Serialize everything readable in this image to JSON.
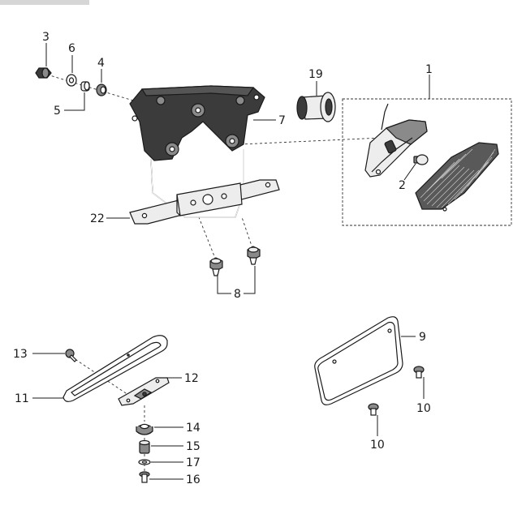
{
  "callouts": {
    "c1": "1",
    "c2": "2",
    "c3": "3",
    "c4": "4",
    "c5": "5",
    "c6": "6",
    "c7": "7",
    "c8": "8",
    "c9": "9",
    "c10a": "10",
    "c10b": "10",
    "c11": "11",
    "c12": "12",
    "c13": "13",
    "c14": "14",
    "c15": "15",
    "c16": "16",
    "c17": "17",
    "c19": "19",
    "c22": "22"
  }
}
